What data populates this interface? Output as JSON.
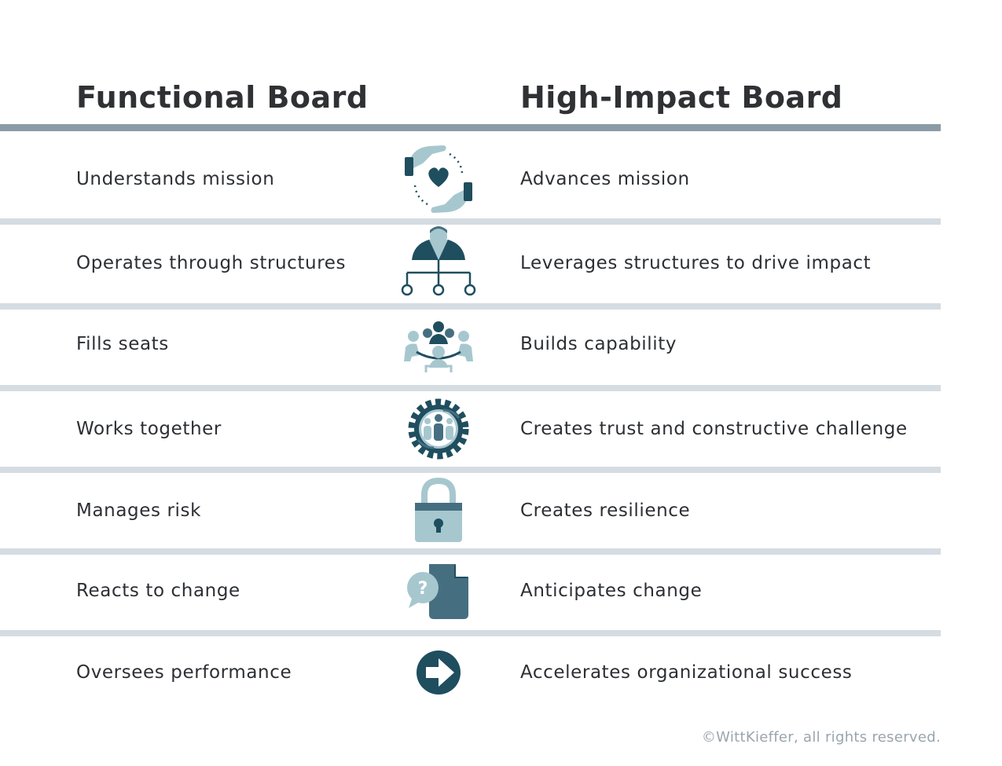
{
  "headings": {
    "left": "Functional Board",
    "right": "High-Impact Board"
  },
  "rows": [
    {
      "left": "Understands mission",
      "right": "Advances mission",
      "icon": "hands-heart-icon"
    },
    {
      "left": "Operates through structures",
      "right": "Leverages structures to drive impact",
      "icon": "org-structure-icon"
    },
    {
      "left": "Fills seats",
      "right": "Builds capability",
      "icon": "meeting-table-icon"
    },
    {
      "left": "Works together",
      "right": "Creates trust and constructive challenge",
      "icon": "team-gear-icon"
    },
    {
      "left": "Manages risk",
      "right": "Creates resilience",
      "icon": "padlock-icon"
    },
    {
      "left": "Reacts to change",
      "right": "Anticipates change",
      "icon": "question-document-icon"
    },
    {
      "left": "Oversees performance",
      "right": "Accelerates organizational success",
      "icon": "arrow-circle-icon"
    }
  ],
  "copyright": "©WittKieffer, all rights reserved.",
  "colors": {
    "dark_teal": "#1f4e5f",
    "mid_teal": "#456f80",
    "light_teal": "#a7c7cf",
    "header_rule": "#8b9ba6",
    "row_divider": "#d5dce2"
  }
}
